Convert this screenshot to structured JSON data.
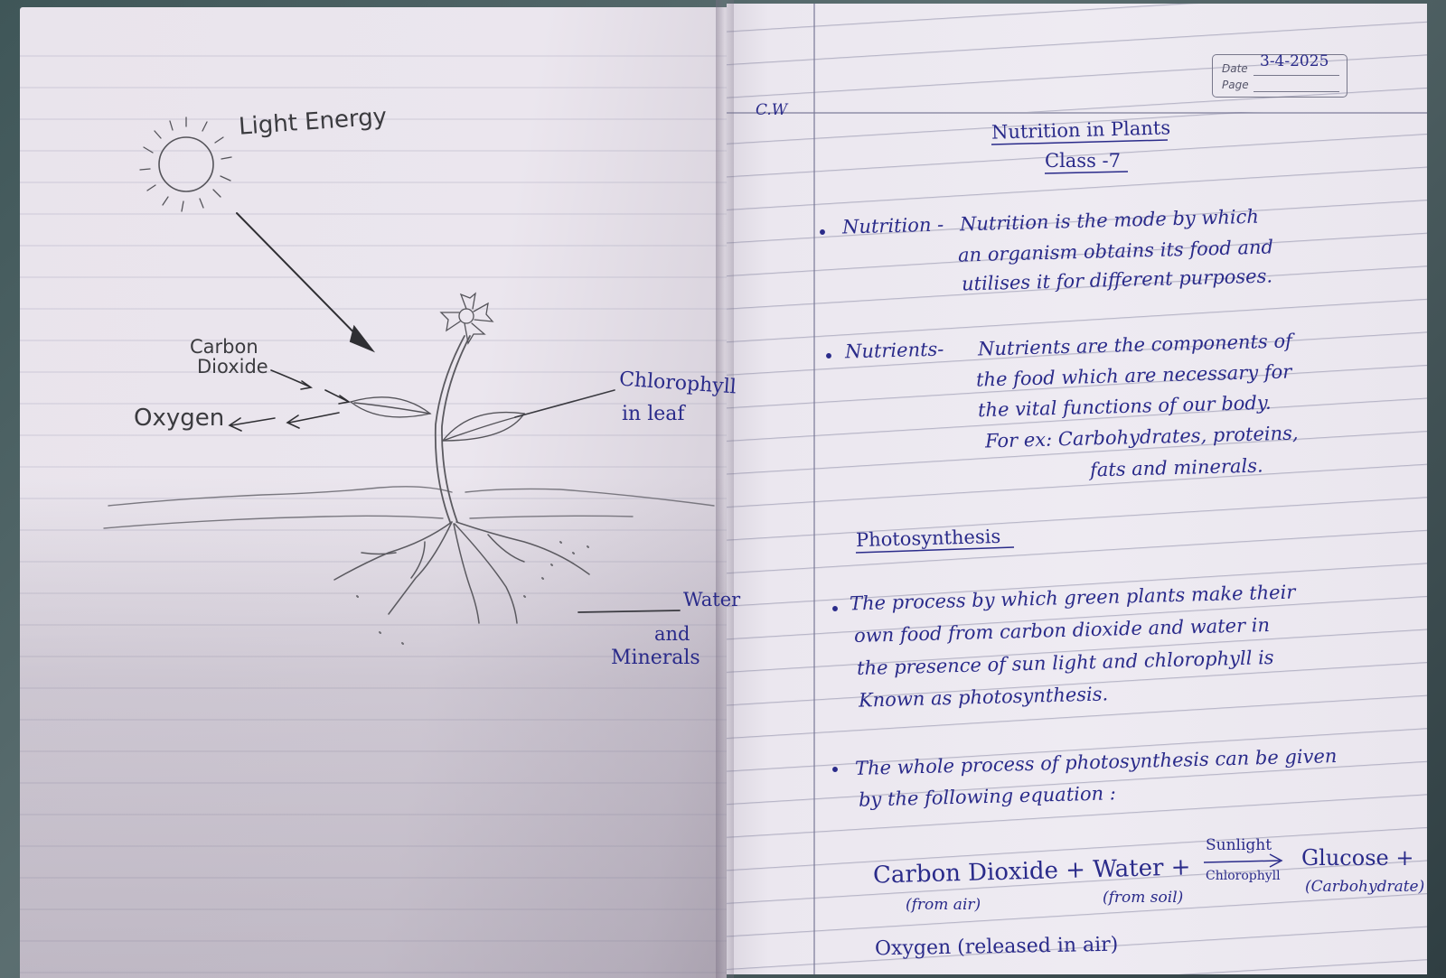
{
  "left_page": {
    "labels": {
      "light": "Light Energy",
      "carbon": "Carbon",
      "dioxide": "Dioxide",
      "oxygen": "Oxygen",
      "chlorophyll": "Chlorophyll",
      "in_leaf": "in leaf",
      "water": "Water",
      "and": "and",
      "minerals": "Minerals"
    }
  },
  "right_page": {
    "margin_note": "C.W",
    "date_label": "Date",
    "date_value": "3-4-2025",
    "page_label": "Page",
    "title": "Nutrition in Plants",
    "subtitle": "Class -7",
    "nutrition": {
      "term": "Nutrition -",
      "lines": [
        "Nutrition is the mode by which",
        "an organism obtains its food and",
        "utilises it for different purposes."
      ]
    },
    "nutrients": {
      "term": "Nutrients-",
      "lines": [
        "Nutrients are the components of",
        "the food which are necessary for",
        "the vital functions of our body.",
        "For ex: Carbohydrates, proteins,",
        "fats and minerals."
      ]
    },
    "photosynthesis_heading": "Photosynthesis",
    "process_lines": [
      "The process by which green plants make their",
      "own food from carbon dioxide and water in",
      "the presence of sun light and chlorophyll is",
      "Known as photosynthesis."
    ],
    "equation_intro": [
      "The whole process of photosynthesis can be given",
      "by the following equation :"
    ],
    "equation": {
      "reactants": "Carbon Dioxide + Water +",
      "from_air": "(from air)",
      "from_soil": "(from soil)",
      "above_arrow": "Sunlight",
      "below_arrow": "Chlorophyll",
      "product1": "Glucose +",
      "product1_note": "(Carbohydrate)",
      "product2": "Oxygen (released in air)"
    }
  }
}
